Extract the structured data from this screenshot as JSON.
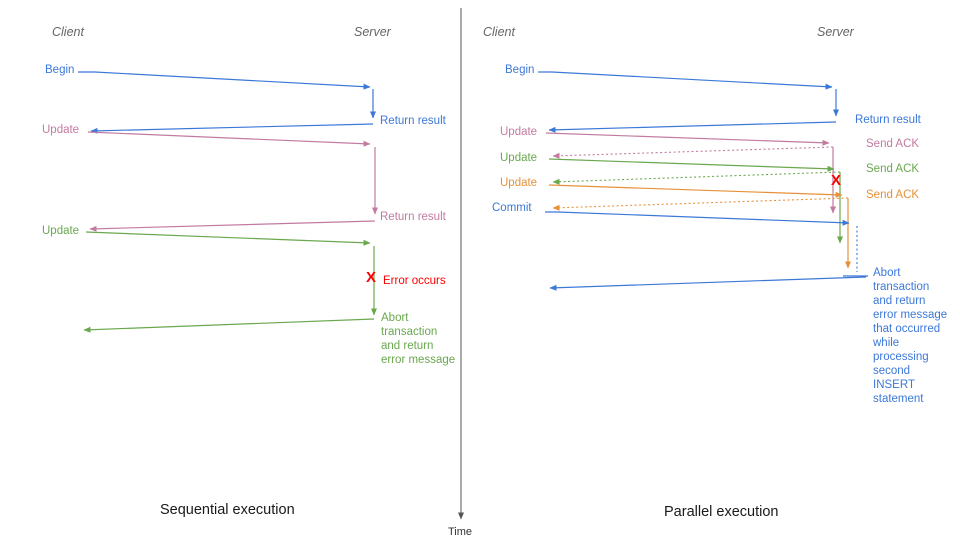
{
  "colors": {
    "blue": "#3c78d8",
    "pink": "#c27ba0",
    "green": "#6aa84f",
    "orange": "#e69138",
    "red": "#ff0000",
    "header_gray": "#666666",
    "axis_gray": "#555555"
  },
  "left_panel": {
    "title": "Sequential execution",
    "client_header": "Client",
    "server_header": "Server",
    "labels": {
      "begin": "Begin",
      "return_result_1": "Return result",
      "update_1": "Update",
      "return_result_2": "Return result",
      "update_2": "Update",
      "error_x": "X",
      "error_occurs": "Error occurs",
      "abort_message": "Abort\ntransaction\nand return\nerror message"
    }
  },
  "right_panel": {
    "title": "Parallel execution",
    "client_header": "Client",
    "server_header": "Server",
    "labels": {
      "begin": "Begin",
      "return_result": "Return result",
      "update_1": "Update",
      "send_ack_1": "Send ACK",
      "update_2": "Update",
      "send_ack_2": "Send ACK",
      "update_3": "Update",
      "send_ack_3": "Send ACK",
      "commit": "Commit",
      "error_x": "X",
      "abort_message": "Abort\ntransaction\nand return\nerror message\nthat occurred\nwhile\nprocessing\nsecond\nINSERT\nstatement"
    }
  },
  "time_axis": {
    "label": "Time"
  }
}
